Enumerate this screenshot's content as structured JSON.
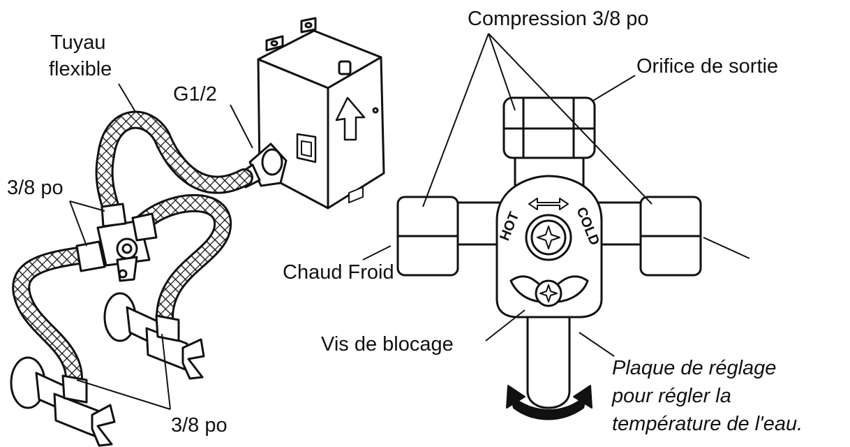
{
  "labels": {
    "tuyau_line1": "Tuyau",
    "tuyau_line2": "flexible",
    "g12": "G1/2",
    "size_top": "3/8 po",
    "size_bottom": "3/8 po",
    "compression": "Compression 3/8 po",
    "orifice": "Orifice de sortie",
    "chaud_froid": "Chaud Froid",
    "vis": "Vis de blocage",
    "plaque_line1": "Plaque de réglage",
    "plaque_line2": "pour régler la",
    "plaque_line3": "température de l'eau."
  },
  "dial": {
    "hot": "HOT",
    "cold": "COLD"
  }
}
